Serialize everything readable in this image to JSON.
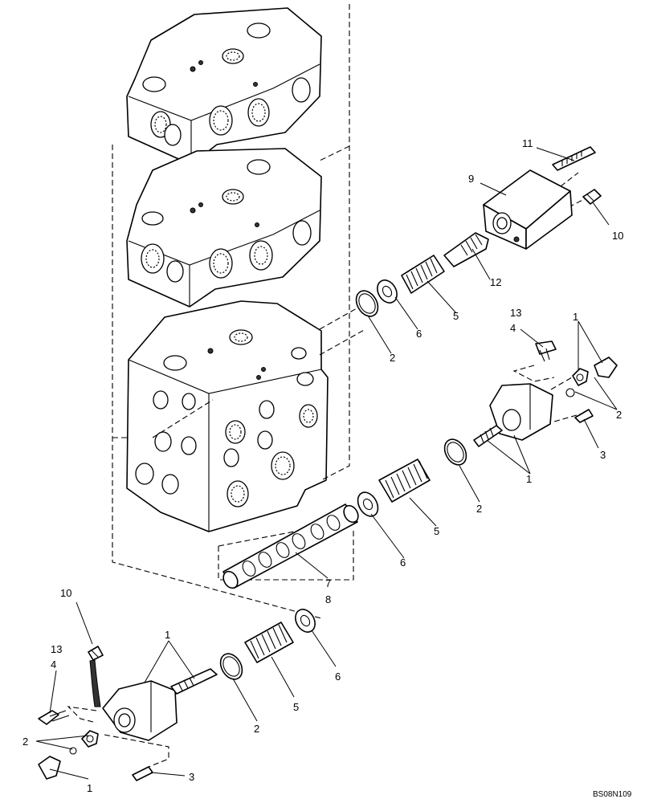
{
  "callouts": {
    "c1": "11",
    "c2": "9",
    "c3": "10",
    "c4": "12",
    "c5": "5",
    "c6": "6",
    "c7": "2",
    "c8": "13",
    "c9": "4",
    "c10": "1",
    "c11": "2",
    "c12": "3",
    "c13": "1",
    "c14": "2",
    "c15": "5",
    "c16": "6",
    "c17": "7",
    "c18": "8",
    "c19": "10",
    "c20": "13",
    "c21": "4",
    "c22": "1",
    "c23": "2",
    "c24": "5",
    "c25": "6",
    "c26": "2",
    "c27": "1",
    "c28": "3"
  },
  "diagram_code": "BS08N109"
}
